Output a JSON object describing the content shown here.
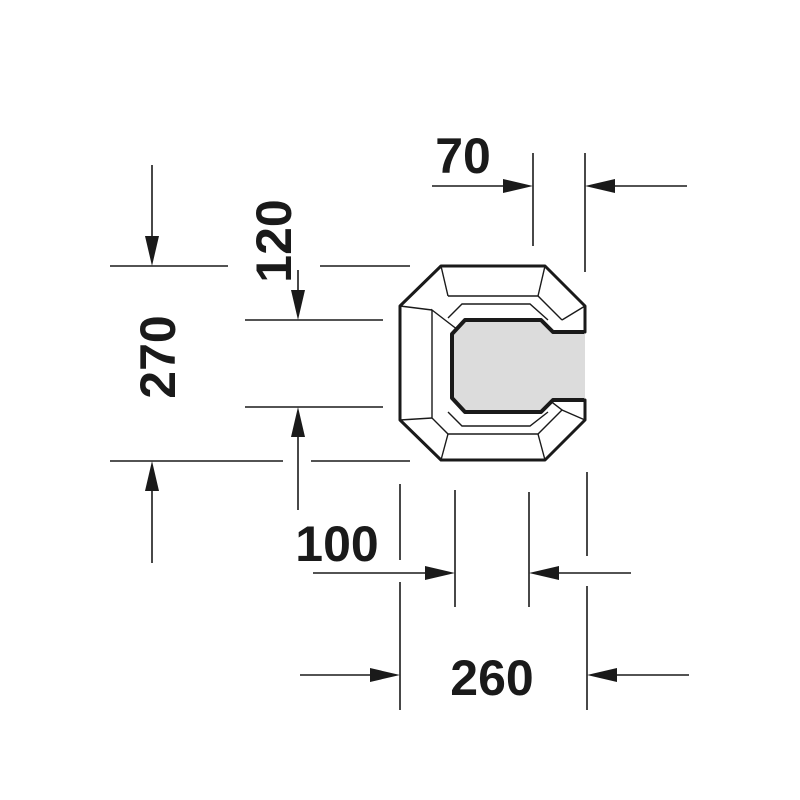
{
  "dimensions": {
    "overall_height": "270",
    "inner_offset_top": "120",
    "top_gap": "70",
    "inner_offset_bottom": "100",
    "overall_width": "260"
  },
  "colors": {
    "line": "#1a1a1a",
    "fill_gray": "#dcdcdc",
    "background": "#ffffff"
  }
}
